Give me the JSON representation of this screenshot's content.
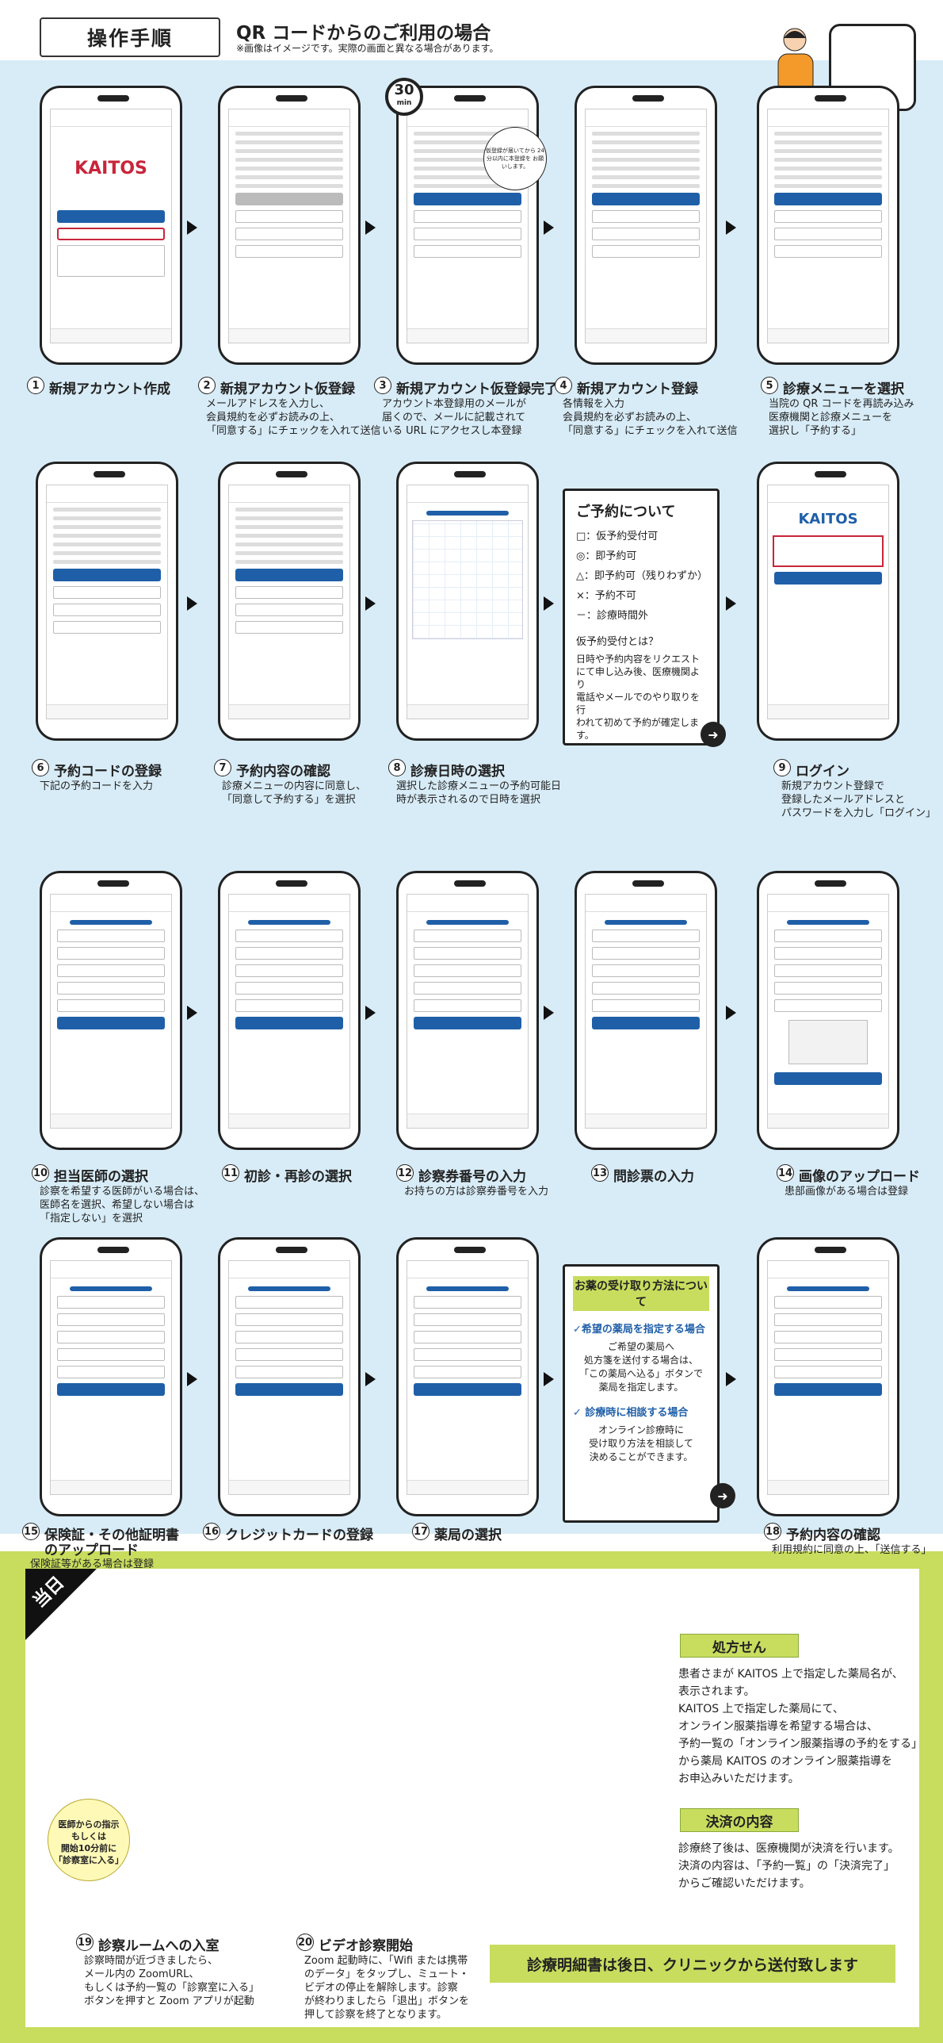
{
  "header": {
    "label": "操作手順",
    "title": "QR コードからのご利用の場合",
    "note": "※画像はイメージです。実際の画面と異なる場合があります。"
  },
  "timer": {
    "value": "30",
    "unit": "min"
  },
  "callout": "仮登録が届いてから 24 分以内に本登録を お願いします。",
  "app": {
    "logo": "KAITOS"
  },
  "steps": [
    {
      "n": "1",
      "title": "新規アカウント作成",
      "desc": []
    },
    {
      "n": "2",
      "title": "新規アカウント仮登録",
      "desc": [
        "メールアドレスを入力し、",
        "会員規約を必ずお読みの上、",
        "「同意する」にチェックを入れて送信"
      ]
    },
    {
      "n": "3",
      "title": "新規アカウント仮登録完了",
      "desc": [
        "アカウント本登録用のメールが",
        "届くので、メールに記載されて",
        "いる URL にアクセスし本登録"
      ]
    },
    {
      "n": "4",
      "title": "新規アカウント登録",
      "desc": [
        "各情報を入力",
        "会員規約を必ずお読みの上、",
        "「同意する」にチェックを入れて送信"
      ]
    },
    {
      "n": "5",
      "title": "診療メニューを選択",
      "desc": [
        "当院の QR コードを再読み込み",
        "医療機関と診療メニューを",
        "選択し「予約する」"
      ]
    },
    {
      "n": "6",
      "title": "予約コードの登録",
      "desc": [
        "下記の予約コードを入力"
      ]
    },
    {
      "n": "7",
      "title": "予約内容の確認",
      "desc": [
        "診療メニューの内容に同意し、",
        "「同意して予約する」を選択"
      ]
    },
    {
      "n": "8",
      "title": "診療日時の選択",
      "desc": [
        "選択した診療メニューの予約可能日",
        "時が表示されるので日時を選択"
      ]
    },
    {
      "n": "9",
      "title": "ログイン",
      "desc": [
        "新規アカウント登録で",
        "登録したメールアドレスと",
        "パスワードを入力し「ログイン」"
      ]
    },
    {
      "n": "10",
      "title": "担当医師の選択",
      "desc": [
        "診察を希望する医師がいる場合は、",
        "医師名を選択、希望しない場合は",
        "「指定しない」を選択"
      ]
    },
    {
      "n": "11",
      "title": "初診・再診の選択",
      "desc": []
    },
    {
      "n": "12",
      "title": "診察券番号の入力",
      "desc": [
        "お持ちの方は診察券番号を入力"
      ]
    },
    {
      "n": "13",
      "title": "問診票の入力",
      "desc": []
    },
    {
      "n": "14",
      "title": "画像のアップロード",
      "desc": [
        "患部画像がある場合は登録"
      ]
    },
    {
      "n": "15",
      "title": "保険証・その他証明書",
      "title2": "のアップロード",
      "desc": [
        "保険証等がある場合は登録"
      ]
    },
    {
      "n": "16",
      "title": "クレジットカードの登録",
      "desc": []
    },
    {
      "n": "17",
      "title": "薬局の選択",
      "desc": []
    },
    {
      "n": "18",
      "title": "予約内容の確認",
      "desc": [
        "利用規約に同意の上、「送信する」"
      ]
    },
    {
      "n": "19",
      "title": "診察ルームへの入室",
      "desc": [
        "診察時間が近づきましたら、",
        "メール内の ZoomURL、",
        "もしくは予約一覧の「診察室に入る」",
        "ボタンを押すと Zoom アプリが起動"
      ]
    },
    {
      "n": "20",
      "title": "ビデオ診察開始",
      "desc": [
        "Zoom 起動時に、「Wifi または携帯",
        "のデータ」をタップし、ミュート・",
        "ビデオの停止を解除します。診察",
        "が終わりましたら「退出」ボタンを",
        "押して診察を終了となります。"
      ]
    }
  ],
  "reservation_panel": {
    "title": "ご予約について",
    "rows": [
      "□：仮予約受付可",
      "◎：即予約可",
      "△：即予約可（残りわずか）",
      "×：予約不可",
      "－：診療時間外"
    ],
    "q": "仮予約受付とは？",
    "a": [
      "日時や予約内容をリクエスト",
      "にて申し込み後、医療機関より",
      "電話やメールでのやり取りを行",
      "われて初めて予約が確定します。"
    ]
  },
  "medicine_panel": {
    "title": "お薬の受け取り方法について",
    "h1": "✓希望の薬局を指定する場合",
    "p1": [
      "ご希望の薬局へ",
      "処方箋を送付する場合は、",
      "「この薬局へ込る」ボタンで",
      "薬局を指定します。"
    ],
    "h2": "✓ 診療時に相談する場合",
    "p2": [
      "オンライン診療時に",
      "受け取り方法を相談して",
      "決めることができます。"
    ]
  },
  "day": {
    "tag": "当日",
    "bubble": [
      "医師からの指示",
      "もしくは",
      "開始10分前に",
      "「診察室に入る」"
    ],
    "rx_label": "処方せん",
    "rx_text": [
      "患者さまが KAITOS 上で指定した薬局名が、",
      "表示されます。",
      "KAITOS 上で指定した薬局にて、",
      "オンライン服薬指導を希望する場合は、",
      "予約一覧の「オンライン服薬指導の予約をする」",
      "から薬局 KAITOS のオンライン服薬指導を",
      "お申込みいただけます。"
    ],
    "pay_label": "決済の内容",
    "pay_text": [
      "診療終了後は、医療機関が決済を行います。",
      "決済の内容は、「予約一覧」の「決済完了」",
      "からご確認いただけます。"
    ],
    "footer": "診療明細書は後日、クリニックから送付致します"
  }
}
